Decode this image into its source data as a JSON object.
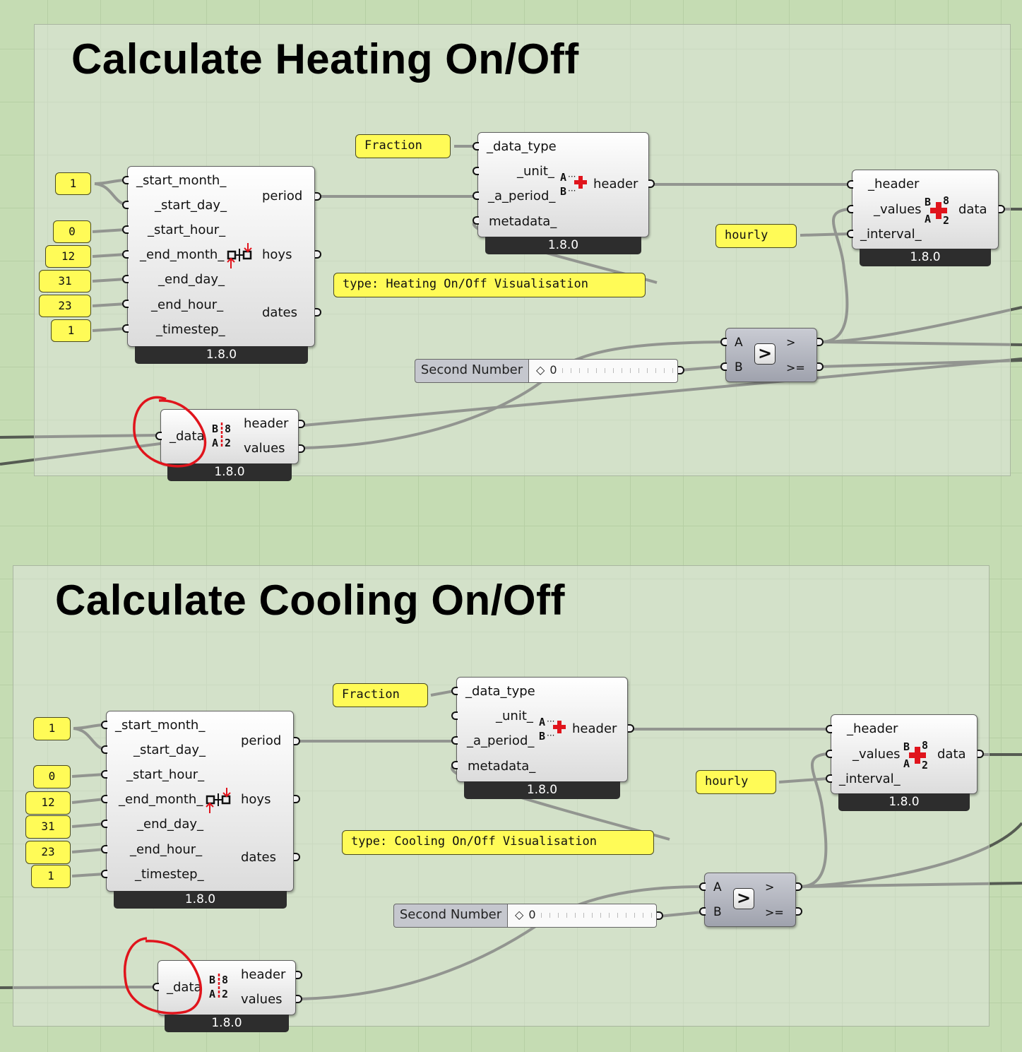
{
  "groups": [
    {
      "title": "Calculate Heating On/Off",
      "slider": {
        "name": "Second Number",
        "value": "0"
      },
      "period": {
        "inputs": [
          "_start_month_",
          "_start_day_",
          "_start_hour_",
          "_end_month_",
          "_end_day_",
          "_end_hour_",
          "_timestep_"
        ],
        "outputs": [
          "period",
          "hoys",
          "dates"
        ],
        "values": [
          "1",
          "0",
          "12",
          "31",
          "23",
          "1"
        ],
        "version": "1.8.0"
      },
      "header": {
        "inputs": [
          "_data_type",
          "_unit_",
          "_a_period_",
          "metadata_"
        ],
        "output": "header",
        "version": "1.8.0"
      },
      "fraction_panel": "Fraction",
      "type_panel": "type: Heating On/Off Visualisation",
      "collection": {
        "inputs": [
          "_header",
          "_values",
          "_interval_"
        ],
        "output": "data",
        "version": "1.8.0"
      },
      "hourly_panel": "hourly",
      "compare": {
        "inputs": [
          "A",
          "B"
        ],
        "outputs": [
          ">",
          ">="
        ],
        "symbol": ">"
      },
      "deconstruct": {
        "input": "_data",
        "outputs": [
          "header",
          "values"
        ],
        "version": "1.8.0"
      }
    },
    {
      "title": "Calculate Cooling On/Off",
      "slider": {
        "name": "Second Number",
        "value": "0"
      },
      "period": {
        "inputs": [
          "_start_month_",
          "_start_day_",
          "_start_hour_",
          "_end_month_",
          "_end_day_",
          "_end_hour_",
          "_timestep_"
        ],
        "outputs": [
          "period",
          "hoys",
          "dates"
        ],
        "values": [
          "1",
          "0",
          "12",
          "31",
          "23",
          "1"
        ],
        "version": "1.8.0"
      },
      "header": {
        "inputs": [
          "_data_type",
          "_unit_",
          "_a_period_",
          "metadata_"
        ],
        "output": "header",
        "version": "1.8.0"
      },
      "fraction_panel": "Fraction",
      "type_panel": "type: Cooling On/Off Visualisation",
      "collection": {
        "inputs": [
          "_header",
          "_values",
          "_interval_"
        ],
        "output": "data",
        "version": "1.8.0"
      },
      "hourly_panel": "hourly",
      "compare": {
        "inputs": [
          "A",
          "B"
        ],
        "outputs": [
          ">",
          ">="
        ],
        "symbol": ">"
      },
      "deconstruct": {
        "input": "_data",
        "outputs": [
          "header",
          "values"
        ],
        "version": "1.8.0"
      }
    }
  ],
  "colors": {
    "canvas": "#c5dcb3",
    "panel": "#fffb57",
    "wire": "#555b52",
    "annotation": "#e0141c"
  },
  "icons": [
    "analysis-period-icon",
    "create-header-icon",
    "create-collection-icon",
    "deconstruct-data-icon",
    "greater-than-icon"
  ]
}
